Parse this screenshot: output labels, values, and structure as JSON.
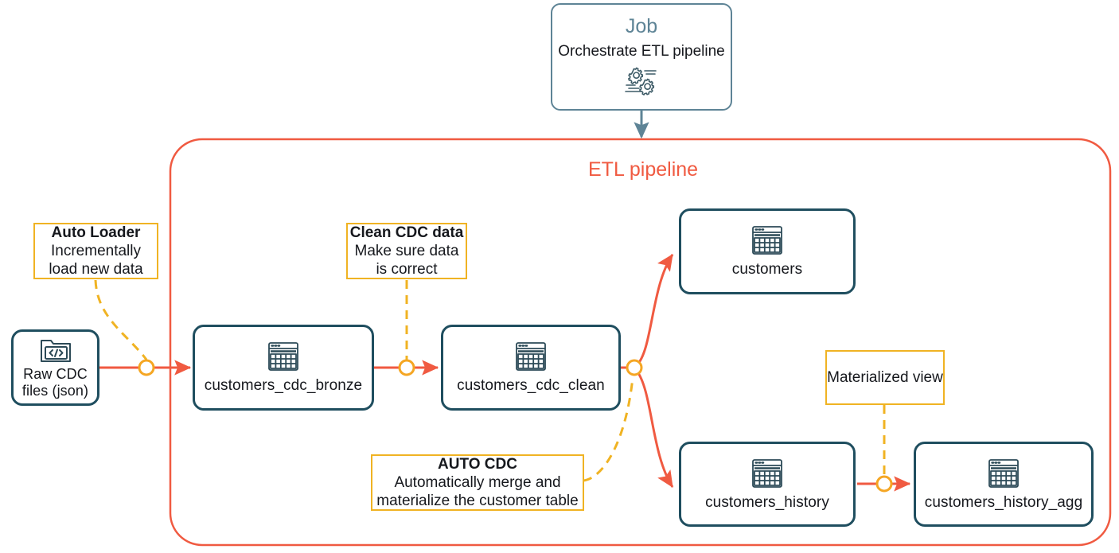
{
  "diagram": {
    "type": "etl-pipeline-architecture",
    "colors": {
      "node_border": "#1F4E5F",
      "pipeline_border": "#F05A41",
      "flow_arrow": "#F05A41",
      "annotation_border": "#F0B323",
      "annotation_connector": "#F0B323",
      "job_border": "#5E8496",
      "job_title": "#5E8496",
      "job_arrow": "#5E8496",
      "background": "#FFFFFF"
    }
  },
  "job": {
    "title": "Job",
    "subtitle": "Orchestrate ETL pipeline",
    "icon": "gears-workflow-icon"
  },
  "pipeline": {
    "title": "ETL pipeline"
  },
  "source": {
    "label_line1": "Raw CDC",
    "label_line2": "files (json)",
    "icon": "folder-code-icon"
  },
  "nodes": [
    {
      "id": "customers_cdc_bronze",
      "label": "customers_cdc_bronze",
      "icon": "table-icon"
    },
    {
      "id": "customers_cdc_clean",
      "label": "customers_cdc_clean",
      "icon": "table-icon"
    },
    {
      "id": "customers",
      "label": "customers",
      "icon": "table-icon"
    },
    {
      "id": "customers_history",
      "label": "customers_history",
      "icon": "table-icon"
    },
    {
      "id": "customers_history_agg",
      "label": "customers_history_agg",
      "icon": "table-icon"
    }
  ],
  "annotations": [
    {
      "id": "auto-loader",
      "title": "Auto Loader",
      "lines": [
        "Incrementally",
        "load new data"
      ]
    },
    {
      "id": "clean-cdc-data",
      "title": "Clean CDC data",
      "lines": [
        "Make sure data",
        "is correct"
      ]
    },
    {
      "id": "auto-cdc",
      "title": "AUTO CDC",
      "lines": [
        "Automatically merge and",
        "materialize the customer table"
      ]
    },
    {
      "id": "materialized-view",
      "title": "",
      "lines": [
        "Materialized view"
      ]
    }
  ]
}
